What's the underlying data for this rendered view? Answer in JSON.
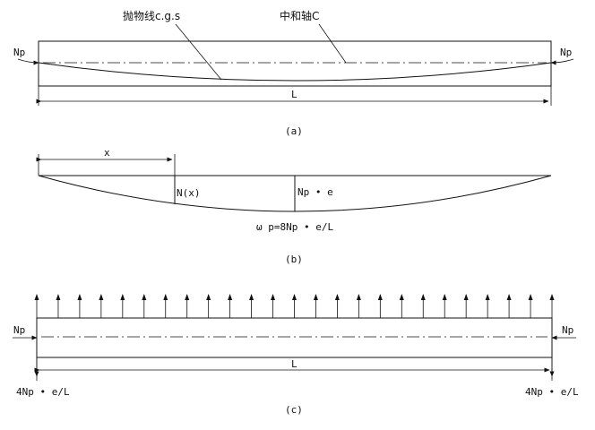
{
  "fig_a": {
    "label_parabola": "抛物线c.g.s",
    "label_neutral_axis": "中和轴C",
    "force_left": "Np",
    "force_right": "Np",
    "span": "L",
    "caption": "(a)"
  },
  "fig_b": {
    "dim_x": "x",
    "label_nx": "N(x)",
    "label_npe": "Np • e",
    "label_load": "ω p=8Np • e/L",
    "caption": "(b)"
  },
  "fig_c": {
    "force_left": "Np",
    "force_right": "Np",
    "span": "L",
    "reaction_left": "4Np • e/L",
    "reaction_right": "4Np • e/L",
    "caption": "(c)",
    "arrow_count": 25
  }
}
